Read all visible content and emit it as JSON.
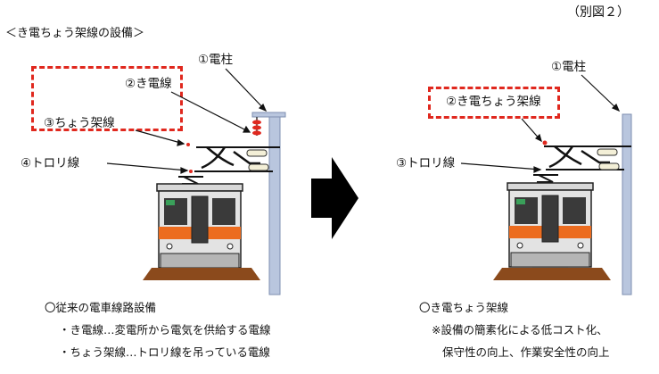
{
  "figure_no": "（別図２）",
  "header": "＜き電ちょう架線の設備＞",
  "left": {
    "labels": {
      "pole": "①電柱",
      "feeder": "②き電線",
      "messenger": "③ちょう架線",
      "trolley": "④トロリ線"
    },
    "caption": {
      "title": "〇従来の電車線路設備",
      "line1": "・き電線…変電所から電気を供給する電線",
      "line2": "・ちょう架線…トロリ線を吊っている電線"
    }
  },
  "right": {
    "labels": {
      "pole": "①電柱",
      "feeder_messenger": "②き電ちょう架線",
      "trolley": "③トロリ線"
    },
    "caption": {
      "title": "〇き電ちょう架線",
      "line1": "※設備の簡素化による低コスト化、",
      "line2": "保守性の向上、作業安全性の向上"
    }
  },
  "colors": {
    "accent_red": "#e0281e",
    "pole": "#b9c6de",
    "train_orange": "#ec6c1f",
    "ground": "#8b4a1c",
    "arrow": "#000000"
  }
}
